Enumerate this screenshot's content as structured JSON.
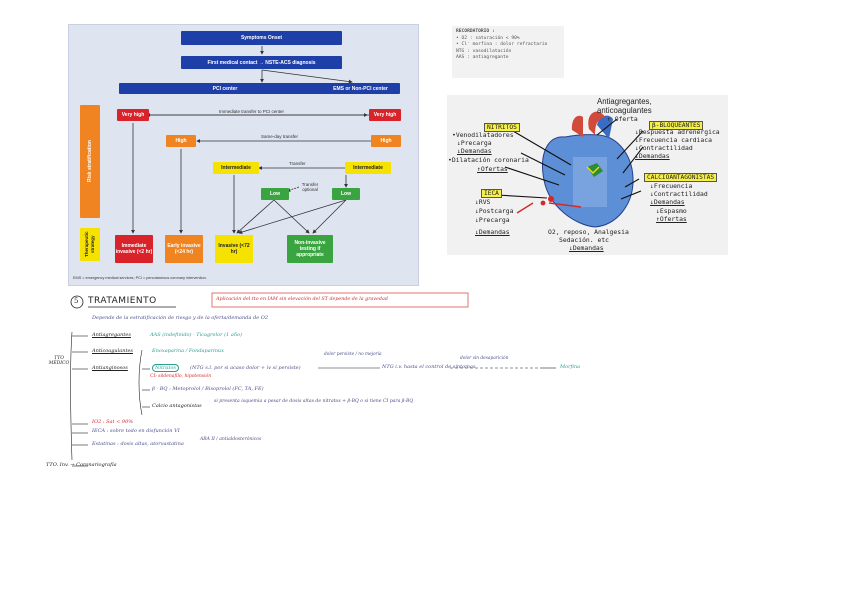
{
  "flowchart": {
    "onset": "Symptoms Onset",
    "first_contact": "First medical contact → NSTE-ACS diagnosis",
    "pci_center": "PCI center",
    "ems_center": "EMS or Non-PCI center",
    "risk_stratification": "Risk stratification",
    "therapeutic_strategy": "Therapeutic strategy",
    "immediate_transfer": "Immediate transfer to PCI center",
    "same_day_transfer": "Same-day transfer",
    "transfer": "Transfer",
    "transfer_optional": "Transfer optional",
    "very_high": "Very high",
    "high": "High",
    "intermediate": "Intermediate",
    "low": "Low",
    "immediate_invasive": "Immediate invasive (<2 hr)",
    "early_invasive": "Early invasive (<24 hr)",
    "invasive": "Invasive (<72 hr)",
    "noninvasive": "Non-invasive testing if appropriate",
    "footnote": "EMS = emergency medical services; PCI = percutaneous coronary intervention."
  },
  "typed_note": {
    "title": "RECORDATORIO :",
    "lines": [
      "• O2 : saturación < 90%",
      "• Cl⁻ morfina : dolor refractario",
      "  NTG : vasodilatación",
      "  AAS : antiagregante"
    ]
  },
  "heart": {
    "title": "Antiagregantes, anticoagulantes",
    "nitritos": "NITRITOS",
    "nitritos_items": [
      "•Venodilatadores",
      "↓Precarga",
      "↓Demandas",
      "•Dilatación coronaria",
      "↑Ofertas"
    ],
    "ieca": "IECA",
    "ieca_items": [
      "↓RVS",
      "↓Postcarga",
      "↓Precarga",
      "↓Demandas"
    ],
    "offer": "↑ Oferta",
    "bb": "β-BLOQUEANTES",
    "bb_items": [
      "↓Respuesta adrenérgica",
      "↓Frecuencia cardiaca",
      "↓Contractilidad",
      "↓Demandas"
    ],
    "calcio": "CALCIOANTAGONISTAS",
    "calcio_items": [
      "↓Frecuencia",
      "↓Contractilidad",
      "↓Demandas",
      "↓Espasmo",
      "↑Ofertas"
    ],
    "center": [
      "O2, reposo, Analgesia",
      "Sedación. etc",
      "↓Demandas"
    ]
  },
  "notes": {
    "section_number": "5",
    "section_title": "TRATAMIENTO",
    "red_banner": "Aplicación del tto en IAM sin elevación del ST depende de la gravedad",
    "intro": "Depende de la estratificación de riesgo y de la oferta/demanda de O2",
    "side_label": "TTO MÉDICO",
    "antiagregantes": "Antiagregantes",
    "antiagregantes_detail": "AAS (indefinido)   ·   Ticagrelor (1 año)",
    "anticoagulantes": "Anticoagulantes",
    "anticoagulantes_detail": "Enoxaparina / Fondaparinux",
    "antianginosos": "Antianginosos",
    "nitratos": "Nitratos",
    "nitratos_detail": "(NTG s.l. por si acaso dolor + iv si persiste)",
    "nitratos_arrow": "dolor persiste / no mejoría",
    "nitratos_ci": "CI: sildenafilo, hipotensión",
    "nitratos_mid": "NTG i.v. hasta el control de síntomas",
    "nitratos_right": "dolor sin desaparición",
    "morfina": "Morfina",
    "bb_line": "β - BQ : Metoprolol / Bisoprolol  (FC, TA, FE)",
    "calcio_line": "Calcio antagonistas",
    "calcio_detail": "si presenta isquemia a pesar de dosis altas de nitratos + β-BQ o si tiene CI para β-BQ",
    "io2": "IO2 :  Sat < 90%",
    "ieca_line": "IECA : sobre todo en disfunción VI",
    "estatinas": "Estatinas : dosis altas, atorvastatina",
    "aldo": "ARA II / antialdosterónicos",
    "bottom": "TTO. Inv.  →  Coronariografía"
  }
}
